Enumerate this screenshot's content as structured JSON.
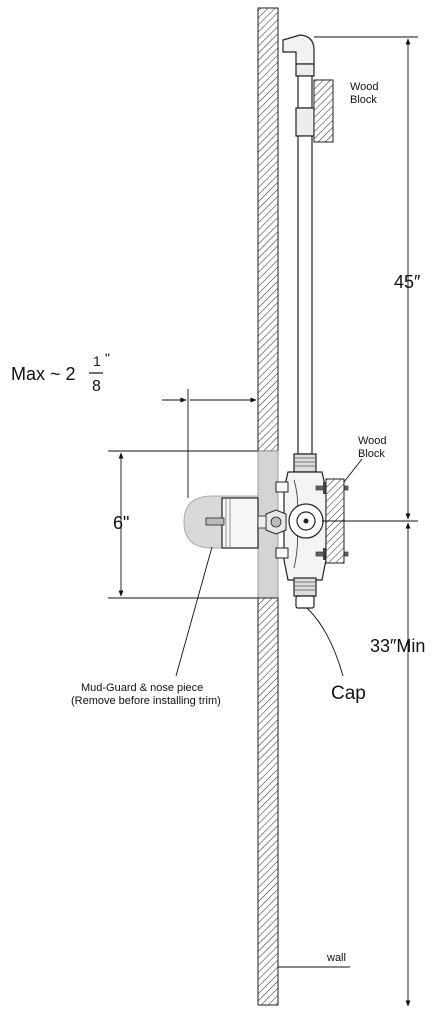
{
  "labels": {
    "wood_block_top_line1": "Wood",
    "wood_block_top_line2": "Block",
    "wood_block_mid_line1": "Wood",
    "wood_block_mid_line2": "Block",
    "dim_45": "45″",
    "dim_33": "33″Min",
    "dim_6": "6\"",
    "max_prefix": "Max ~ 2",
    "max_frac_num": "1",
    "max_frac_den": "8",
    "max_inch": "\"",
    "mudguard_line1": "Mud-Guard & nose piece",
    "mudguard_line2": "(Remove before installing trim)",
    "cap": "Cap",
    "wall": "wall"
  }
}
